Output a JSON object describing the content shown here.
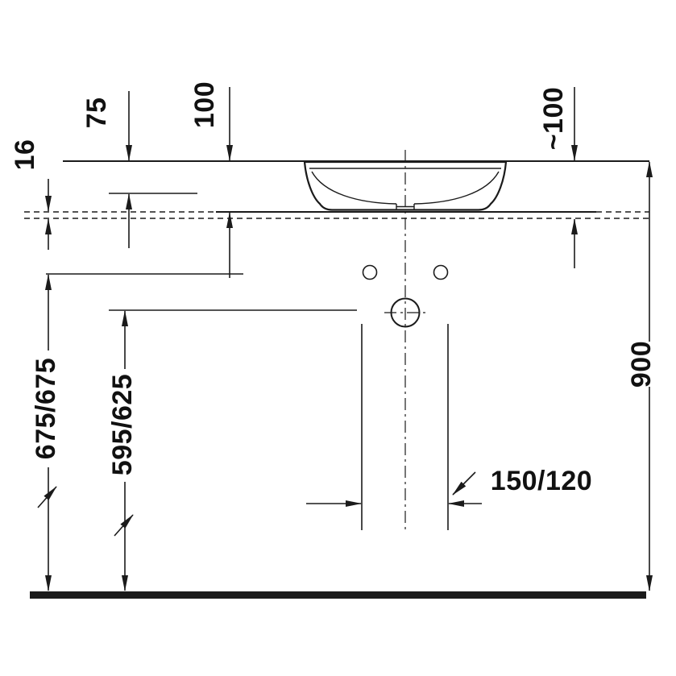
{
  "colors": {
    "line": "#1b1b1b",
    "background": "#ffffff"
  },
  "dimensions": {
    "worktop_thickness": "16",
    "offset_75": "75",
    "offset_100": "100",
    "height_above_worktop": "~100",
    "rim_height": "900",
    "supply_height": "675/675",
    "drain_height": "595/625",
    "lateral_offset": "150/120"
  }
}
